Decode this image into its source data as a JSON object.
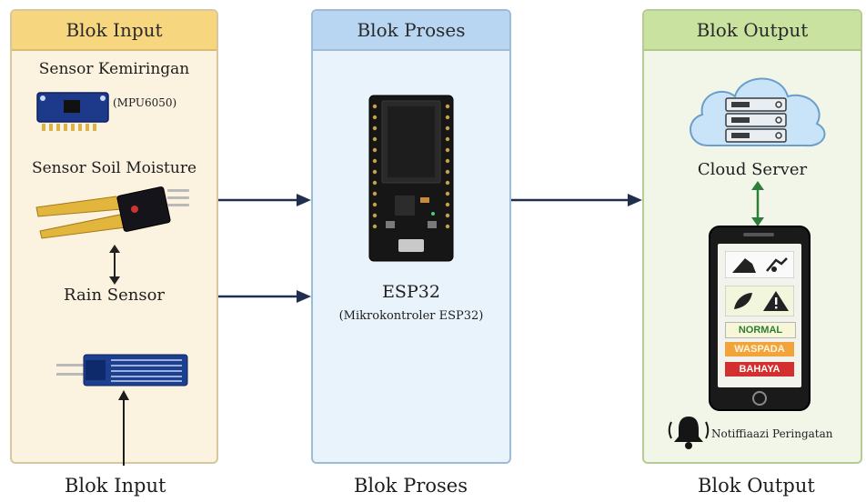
{
  "blocks": {
    "input": {
      "header": "Blok Input",
      "footer": "Blok Input"
    },
    "process": {
      "header": "Blok Proses",
      "footer": "Blok Proses"
    },
    "output": {
      "header": "Blok Output",
      "footer": "Blok Output"
    }
  },
  "input_block": {
    "tilt_sensor": {
      "title": "Sensor Kemiringan",
      "model": "(MPU6050)"
    },
    "soil_sensor": {
      "title": "Sensor Soil Moisture"
    },
    "rain_sensor": {
      "title": "Rain Sensor"
    }
  },
  "process_block": {
    "name": "ESP32",
    "subtitle": "(Mikrokontroler ESP32)"
  },
  "output_block": {
    "cloud": {
      "label": "Cloud Server"
    },
    "phone": {
      "status_normal": "NORMAL",
      "status_waspada": "WASPADA",
      "status_bahaya": "BAHAYA"
    },
    "notification": {
      "label": "Notiffiaazi Peringatan"
    }
  },
  "colors": {
    "input_header": "#f6d67f",
    "process_header": "#b8d6f2",
    "output_header": "#c9e2a0",
    "arrow": "#1f2f4d",
    "bidir_arrow": "#2f7d3a",
    "normal": "#2e7d32",
    "waspada": "#f2a33a",
    "bahaya": "#d32f2f"
  },
  "icons": [
    "mpu6050-board-icon",
    "soil-moisture-probe-icon",
    "rain-sensor-board-icon",
    "esp32-board-icon",
    "cloud-server-icon",
    "smartphone-icon",
    "bell-icon"
  ]
}
